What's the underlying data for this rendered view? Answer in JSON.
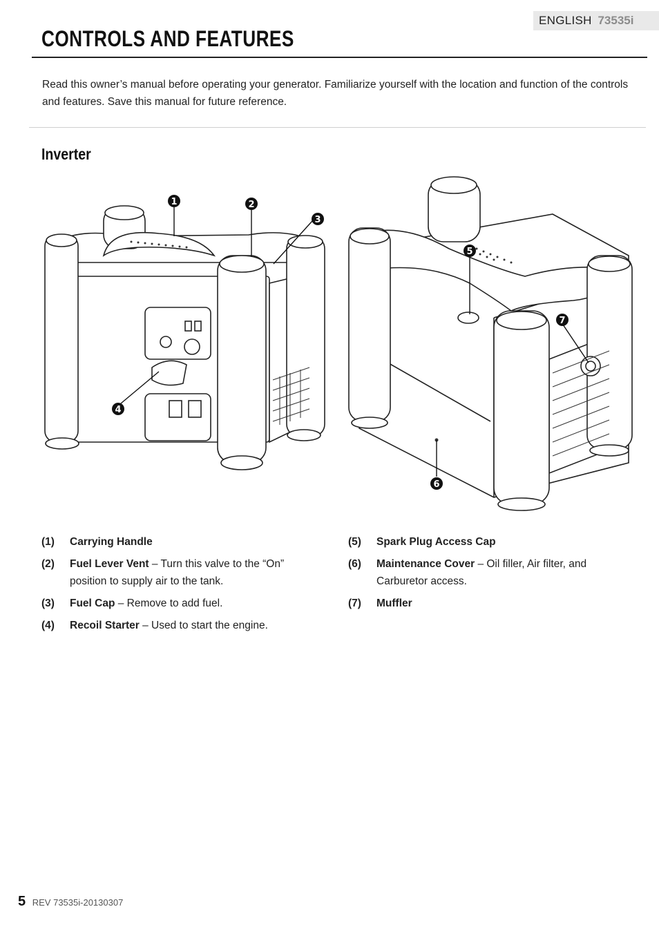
{
  "header": {
    "language": "ENGLISH",
    "model": "73535i",
    "title": "CONTROLS AND FEATURES"
  },
  "intro": "Read this owner’s manual before operating your generator. Familiarize yourself with the location and function of the controls and features. Save this manual for future reference.",
  "section": {
    "title": "Inverter"
  },
  "callouts": [
    "1",
    "2",
    "3",
    "4",
    "5",
    "6",
    "7"
  ],
  "features_left": [
    {
      "num": "(1)",
      "name": "Carrying Handle",
      "desc": ""
    },
    {
      "num": "(2)",
      "name": "Fuel Lever Vent",
      "desc": " – Turn this valve to the “On” position to supply air to the tank."
    },
    {
      "num": "(3)",
      "name": "Fuel Cap",
      "desc": " – Remove to add fuel."
    },
    {
      "num": "(4)",
      "name": "Recoil Starter",
      "desc": " – Used to start the engine."
    }
  ],
  "features_right": [
    {
      "num": "(5)",
      "name": "Spark Plug Access Cap",
      "desc": ""
    },
    {
      "num": "(6)",
      "name": "Maintenance Cover",
      "desc": " – Oil filler, Air filter, and Carburetor access."
    },
    {
      "num": "(7)",
      "name": "Muffler",
      "desc": ""
    }
  ],
  "footer": {
    "page": "5",
    "rev": "REV 73535i-20130307"
  }
}
